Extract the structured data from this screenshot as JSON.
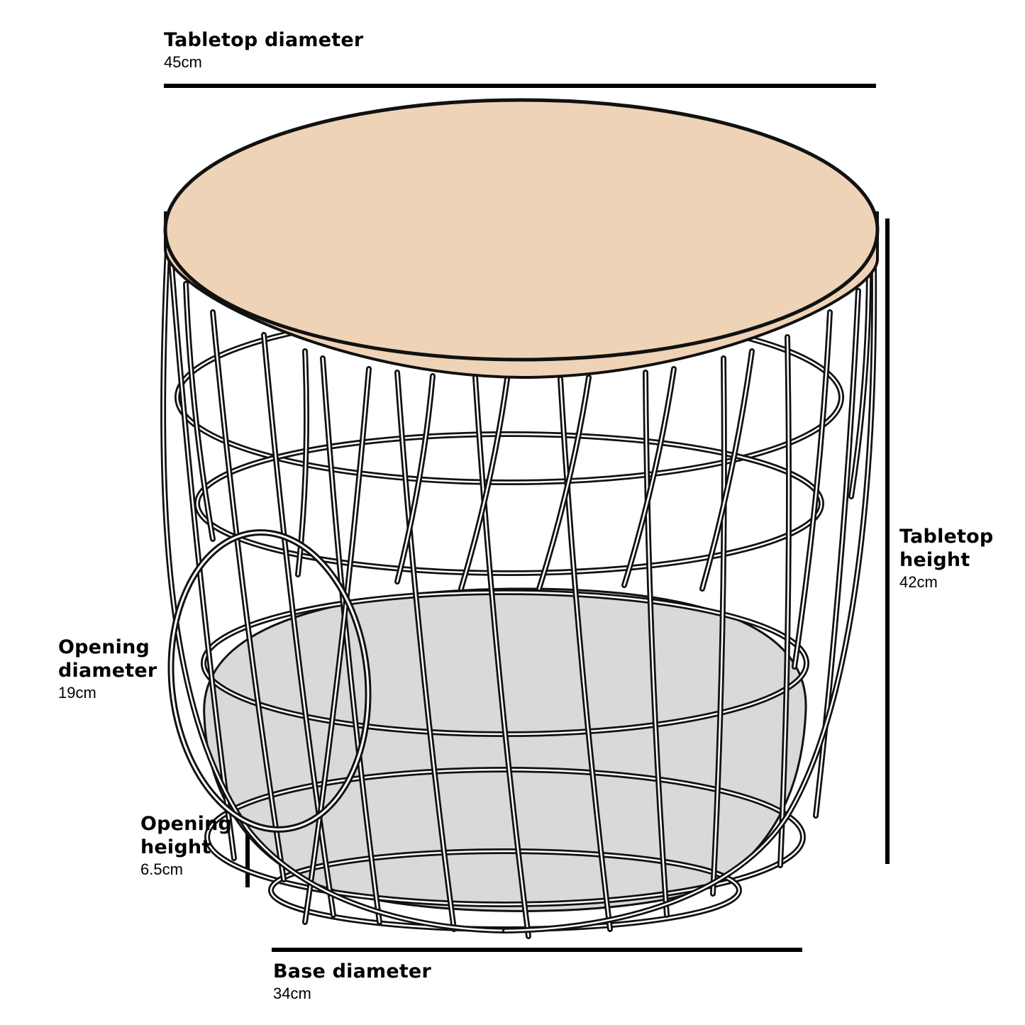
{
  "product": "wire basket side table with pet bed",
  "colors": {
    "tabletop": "#EFD3B7",
    "cushion": "#D9D9D9",
    "wire": "#111111",
    "dimension_line": "#000000"
  },
  "dimensions": {
    "tabletop_diameter": {
      "label": "Tabletop diameter",
      "value": "45cm"
    },
    "tabletop_height": {
      "label_line1": "Tabletop",
      "label_line2": "height",
      "value": "42cm"
    },
    "opening_diameter": {
      "label_line1": "Opening",
      "label_line2": "diameter",
      "value": "19cm"
    },
    "opening_height": {
      "label_line1": "Opening",
      "label_line2": "height",
      "value": "6.5cm"
    },
    "base_diameter": {
      "label": "Base diameter",
      "value": "34cm"
    }
  }
}
